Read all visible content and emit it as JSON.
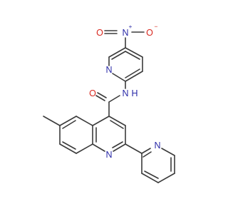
{
  "atoms": {
    "nitro_n": "N",
    "nitro_n_charge": "+",
    "nitro_o_left": "O",
    "nitro_o_right": "O",
    "nitro_o_right_charge": "−",
    "pyridine_top_n": "N",
    "amide_nh": "N",
    "amide_h": "H",
    "amide_o": "O",
    "quinoline_n": "N",
    "pyridine_bottom_n": "N"
  },
  "colors": {
    "bond": "#3b3b3b",
    "nitrogen": "#2a2aa8",
    "oxygen": "#d8281f",
    "background": "#ffffff"
  }
}
